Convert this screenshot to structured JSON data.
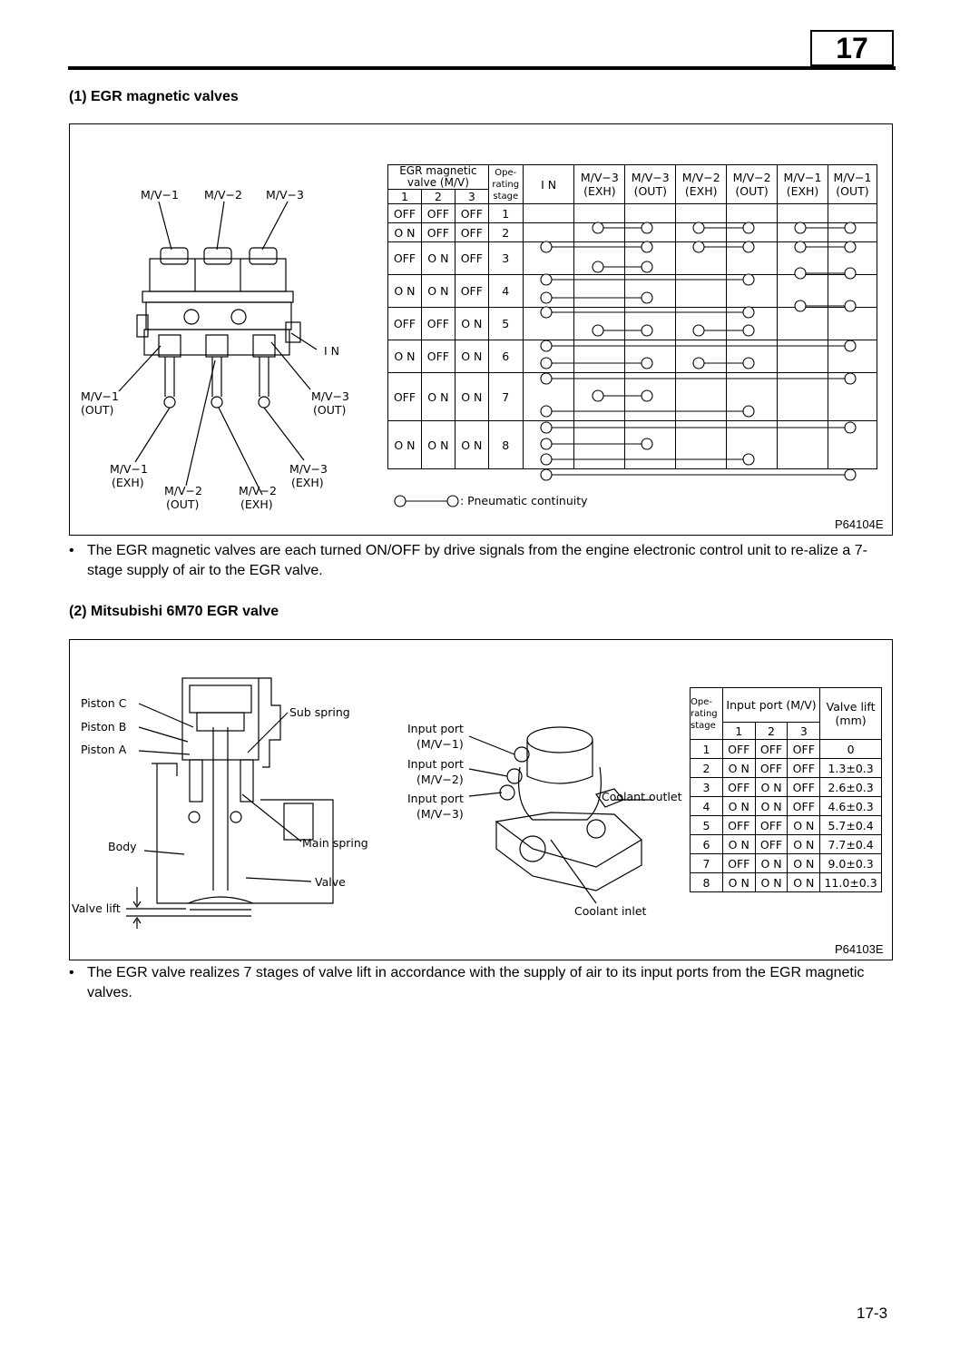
{
  "header": {
    "chapter": "17"
  },
  "section1": {
    "title": "(1)  EGR magnetic valves",
    "fig_code": "P64104E",
    "diagram_labels": {
      "mv1": "M/V−1",
      "mv2": "M/V−2",
      "mv3": "M/V−3",
      "in": "I N",
      "mv1_out_a": "M/V−1",
      "mv1_out_b": "(OUT)",
      "mv3_out_a": "M/V−3",
      "mv3_out_b": "(OUT)",
      "mv1_exh_a": "M/V−1",
      "mv1_exh_b": "(EXH)",
      "mv2_out_a": "M/V−2",
      "mv2_out_b": "(OUT)",
      "mv2_exh_a": "M/V−2",
      "mv2_exh_b": "(EXH)",
      "mv3_exh_a": "M/V−3",
      "mv3_exh_b": "(EXH)"
    },
    "table": {
      "h_egr": "EGR magnetic valve (M/V)",
      "h_stage": "Ope- rating stage",
      "h_in": "I N",
      "h_cols": [
        "M/V−3 (EXH)",
        "M/V−3 (OUT)",
        "M/V−2 (EXH)",
        "M/V−2 (OUT)",
        "M/V−1 (EXH)",
        "M/V−1 (OUT)"
      ],
      "h_nums": [
        "1",
        "2",
        "3"
      ],
      "rows": [
        {
          "v": [
            "OFF",
            "OFF",
            "OFF"
          ],
          "s": "1"
        },
        {
          "v": [
            "O N",
            "OFF",
            "OFF"
          ],
          "s": "2"
        },
        {
          "v": [
            "OFF",
            "O N",
            "OFF"
          ],
          "s": "3"
        },
        {
          "v": [
            "O N",
            "O N",
            "OFF"
          ],
          "s": "4"
        },
        {
          "v": [
            "OFF",
            "OFF",
            "O N"
          ],
          "s": "5"
        },
        {
          "v": [
            "O N",
            "OFF",
            "O N"
          ],
          "s": "6"
        },
        {
          "v": [
            "OFF",
            "O N",
            "O N"
          ],
          "s": "7"
        },
        {
          "v": [
            "O N",
            "O N",
            "O N"
          ],
          "s": "8"
        }
      ],
      "legend": ": Pneumatic continuity"
    },
    "note": "The EGR magnetic valves are each turned ON/OFF by drive signals from the engine electronic control unit to re-alize a 7-stage supply of air to the EGR valve."
  },
  "section2": {
    "title": "(2)  Mitsubishi  6M70  EGR valve",
    "fig_code": "P64103E",
    "labels": {
      "piston_c": "Piston C",
      "piston_b": "Piston B",
      "piston_a": "Piston A",
      "body": "Body",
      "valve_lift": "Valve lift",
      "sub_spring": "Sub spring",
      "main_spring": "Main spring",
      "valve": "Valve",
      "ip1_a": "Input port",
      "ip1_b": "(M/V−1)",
      "ip2_a": "Input port",
      "ip2_b": "(M/V−2)",
      "ip3_a": "Input port",
      "ip3_b": "(M/V−3)",
      "coolant_outlet": "Coolant outlet",
      "coolant_inlet": "Coolant inlet"
    },
    "table": {
      "h_stage": "Ope- rating stage",
      "h_input": "Input port (M/V)",
      "h_lift": "Valve lift (mm)",
      "h_nums": [
        "1",
        "2",
        "3"
      ],
      "rows": [
        {
          "s": "1",
          "v": [
            "OFF",
            "OFF",
            "OFF"
          ],
          "lift": "0"
        },
        {
          "s": "2",
          "v": [
            "O N",
            "OFF",
            "OFF"
          ],
          "lift": "1.3±0.3"
        },
        {
          "s": "3",
          "v": [
            "OFF",
            "O N",
            "OFF"
          ],
          "lift": "2.6±0.3"
        },
        {
          "s": "4",
          "v": [
            "O N",
            "O N",
            "OFF"
          ],
          "lift": "4.6±0.3"
        },
        {
          "s": "5",
          "v": [
            "OFF",
            "OFF",
            "O N"
          ],
          "lift": "5.7±0.4"
        },
        {
          "s": "6",
          "v": [
            "O N",
            "OFF",
            "O N"
          ],
          "lift": "7.7±0.4"
        },
        {
          "s": "7",
          "v": [
            "OFF",
            "O N",
            "O N"
          ],
          "lift": "9.0±0.3"
        },
        {
          "s": "8",
          "v": [
            "O N",
            "O N",
            "O N"
          ],
          "lift": "11.0±0.3"
        }
      ]
    },
    "note": "The EGR valve realizes 7 stages of valve lift in accordance with the supply of air to its input ports from the EGR magnetic valves."
  },
  "footer": {
    "page": "17-3"
  }
}
